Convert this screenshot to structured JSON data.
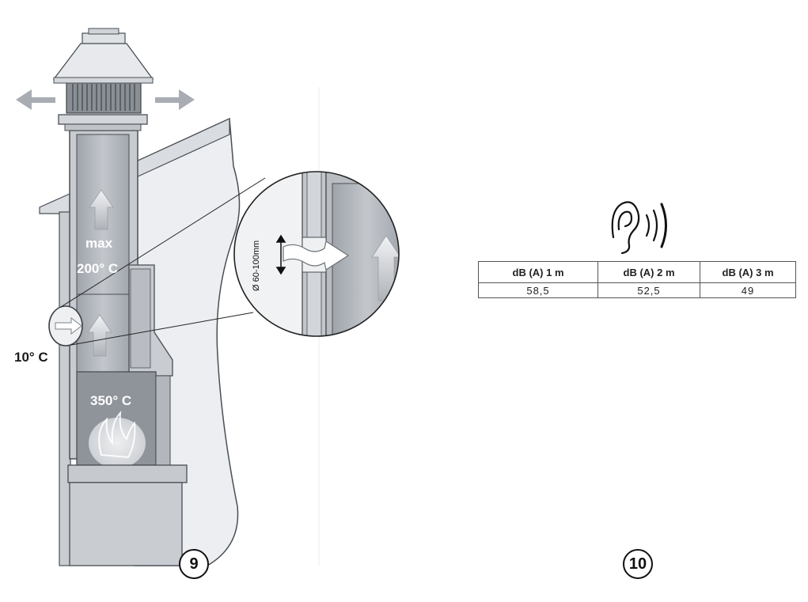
{
  "figure9": {
    "label_max": "max",
    "label_200": "200° C",
    "label_10": "10° C",
    "label_350": "350° C",
    "diameter": "Ø 60-100mm",
    "number": "9"
  },
  "figure10": {
    "number": "10",
    "icon": "ear-sound-icon",
    "table": {
      "headers": [
        "dB (A) 1 m",
        "dB (A) 2 m",
        "dB (A) 3 m"
      ],
      "values": [
        "58,5",
        "52,5",
        "49"
      ]
    }
  },
  "colors": {
    "chimney_fill": "#b8bcc3",
    "roof_fill": "#e6e8ec",
    "outline": "#555a60"
  }
}
